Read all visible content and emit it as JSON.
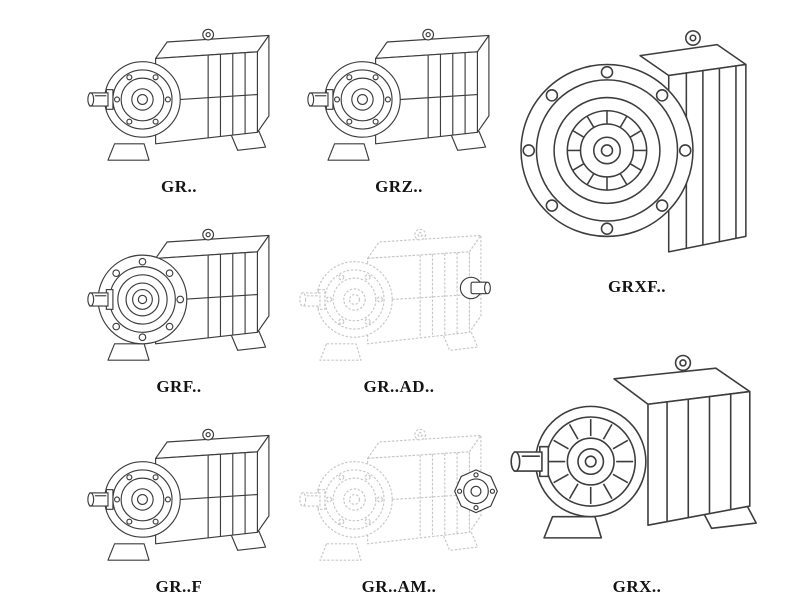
{
  "page": {
    "background": "#ffffff"
  },
  "colors": {
    "ink": "#3d3d3d",
    "ghost_ink": "#c7c7c7",
    "label": "#141414"
  },
  "products": [
    {
      "id": "gr",
      "label": "GR..",
      "style": "foot-mounted"
    },
    {
      "id": "grf",
      "label": "GRF..",
      "style": "foot-with-flange"
    },
    {
      "id": "grdf",
      "label": "GR..F",
      "style": "foot-mounted"
    },
    {
      "id": "grz",
      "label": "GRZ..",
      "style": "foot-mounted"
    },
    {
      "id": "grad",
      "label": "GR..AD..",
      "style": "ghost-with-input-shaft"
    },
    {
      "id": "gram",
      "label": "GR..AM..",
      "style": "ghost-with-motor-flange"
    },
    {
      "id": "grxf",
      "label": "GRXF..",
      "style": "front-flange"
    },
    {
      "id": "grx",
      "label": "GRX..",
      "style": "large-foot-mounted"
    }
  ]
}
